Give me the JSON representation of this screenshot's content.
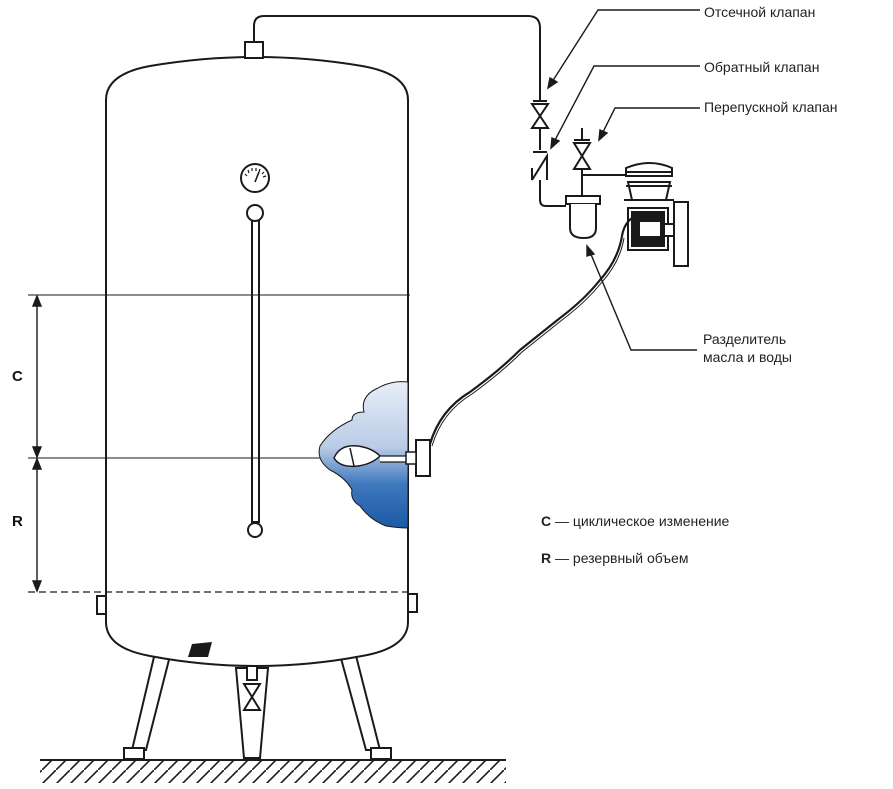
{
  "labels": {
    "shutoff_valve": "Отсечной клапан",
    "check_valve": "Обратный клапан",
    "bypass_valve": "Перепускной клапан",
    "separator_line1": "Разделитель",
    "separator_line2": "масла и воды"
  },
  "dimensions": {
    "c_letter": "C",
    "r_letter": "R"
  },
  "legend": {
    "c_key": "C",
    "c_text": "— циклическое изменение",
    "r_key": "R",
    "r_text": "— резервный объем"
  },
  "colors": {
    "outline": "#1a1a1a",
    "water_dark": "#1f5ea8",
    "water_light": "#cfdcef"
  }
}
